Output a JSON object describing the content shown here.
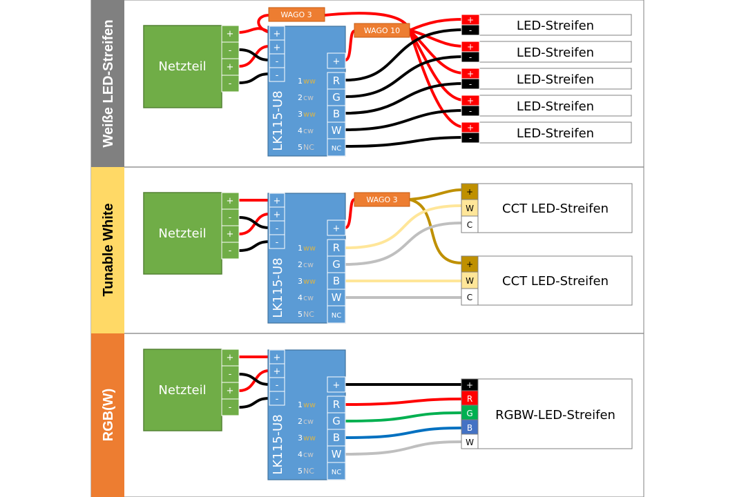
{
  "sections": [
    {
      "title": "Weiße LED-Streifen",
      "color": "#808080",
      "text_color": "#ffffff"
    },
    {
      "title": "Tunable White",
      "color": "#ffd966",
      "text_color": "#000000"
    },
    {
      "title": "RGB(W)",
      "color": "#ed7d31",
      "text_color": "#ffffff"
    }
  ],
  "power_supply": {
    "label": "Netzteil",
    "pins": [
      "+",
      "-",
      "+",
      "-"
    ]
  },
  "controller": {
    "label": "LK115-U8",
    "input_pins": [
      "+",
      "+",
      "-",
      "-"
    ],
    "plus_out": "+",
    "channel_numbers": [
      "1",
      "2",
      "3",
      "4",
      "5"
    ],
    "channel_tags": [
      "ww",
      "cw",
      "ww",
      "cw",
      "NC"
    ],
    "outputs": [
      "R",
      "G",
      "B",
      "W",
      "NC"
    ]
  },
  "wago": {
    "top": "WAGO 3",
    "ten": "WAGO 10",
    "cct": "WAGO 3"
  },
  "white_strips": {
    "label": "LED-Streifen",
    "plus": "+",
    "minus": "-"
  },
  "cct_strips": {
    "label": "CCT LED-Streifen",
    "pins": [
      "+",
      "W",
      "C"
    ]
  },
  "rgbw_strip": {
    "label": "RGBW-LED-Streifen",
    "pins": [
      "+",
      "R",
      "G",
      "B",
      "W"
    ]
  },
  "colors": {
    "green": "#70ad47",
    "blue": "#5b9bd5",
    "orange": "#ed7d31",
    "red": "#ff0000",
    "black": "#000000",
    "gold": "#bf9000",
    "warm_white": "#ffe699",
    "cold_white": "#bfbfbf",
    "rgb_green": "#00b050",
    "rgb_blue": "#0070c0"
  }
}
